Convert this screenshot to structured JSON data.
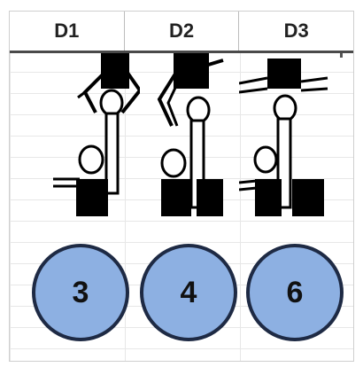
{
  "headers": [
    "D1",
    "D2",
    "D3"
  ],
  "scores": [
    "3",
    "4",
    "6"
  ]
}
